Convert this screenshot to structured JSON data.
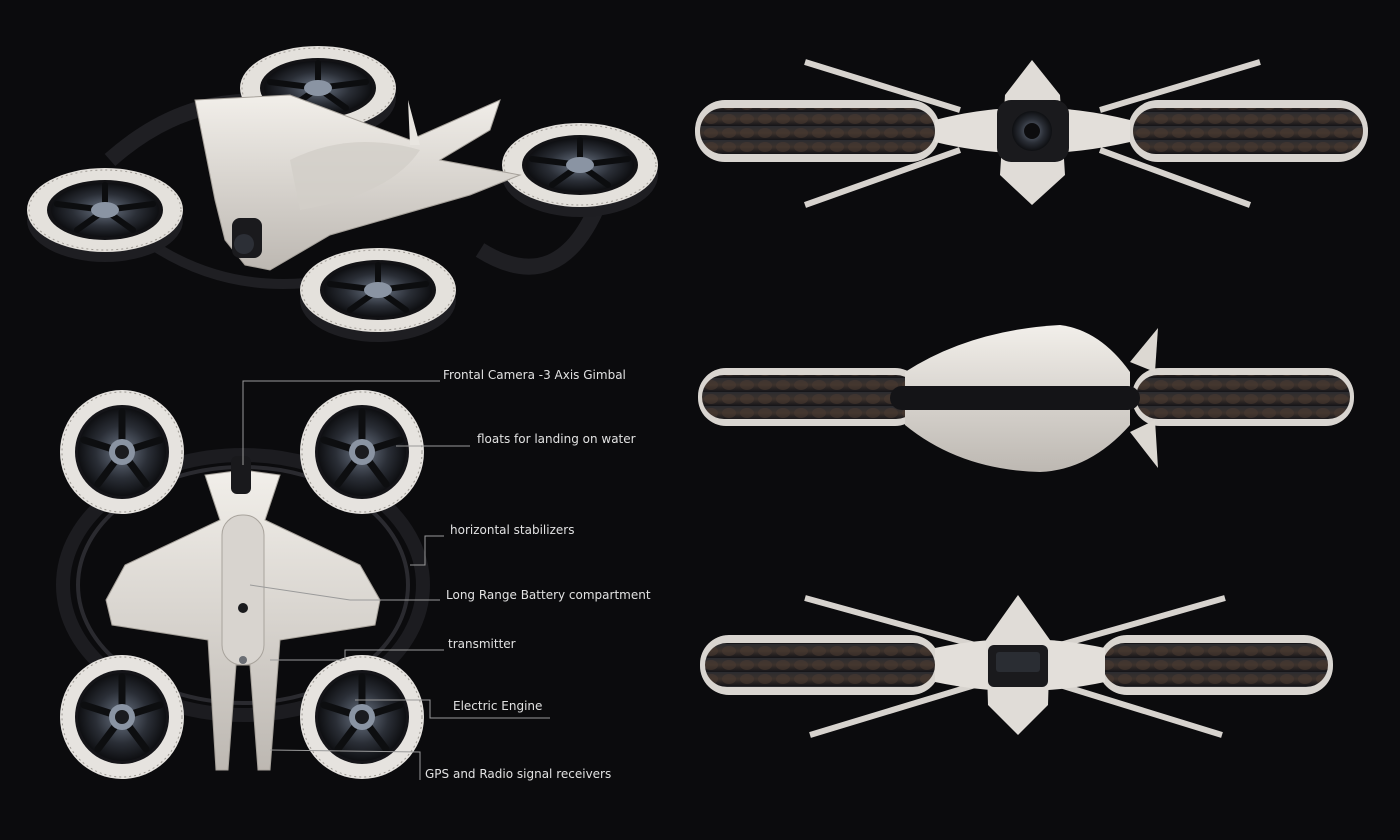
{
  "palette": {
    "background": "#0b0b0d",
    "body": "#e4e1dd",
    "body_shade": "#b9b5b0",
    "tire": "#1c1c1f",
    "tire_tread": "#3a2e28",
    "leader_line": "#9a9a9a",
    "label_text": "#e2e2e2"
  },
  "views": [
    "perspective-view",
    "top-view",
    "front-view",
    "side-view",
    "rear-view"
  ],
  "labels": {
    "frontal_camera": "Frontal Camera -3 Axis Gimbal",
    "floats": "floats for landing on water",
    "stabilizers": "horizontal stabilizers",
    "battery": "Long Range Battery compartment",
    "transmitter": "transmitter",
    "engine": "Electric Engine",
    "gps": "GPS and Radio signal receivers"
  }
}
